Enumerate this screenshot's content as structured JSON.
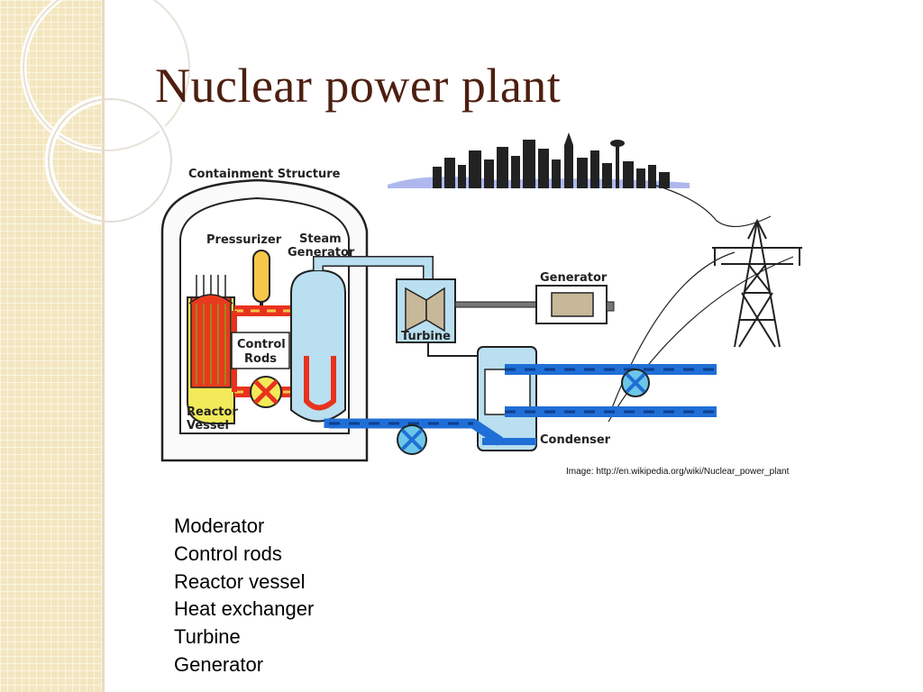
{
  "slide": {
    "title": "Nuclear power plant",
    "image_credit": "Image: http://en.wikipedia.org/wiki/Nuclear_power_plant",
    "terms": [
      "Moderator",
      "Control rods",
      "Reactor vessel",
      "Heat exchanger",
      "Turbine",
      "Generator"
    ]
  },
  "diagram": {
    "labels": {
      "containment": "Containment Structure",
      "pressurizer": "Pressurizer",
      "steam_generator_1": "Steam",
      "steam_generator_2": "Generator",
      "control_rods_1": "Control",
      "control_rods_2": "Rods",
      "reactor_vessel_1": "Reactor",
      "reactor_vessel_2": "Vessel",
      "turbine": "Turbine",
      "generator": "Generator",
      "condenser": "Condenser"
    }
  },
  "colors": {
    "title": "#4d1f10",
    "band": "#f3e6bf",
    "hot_loop": "#e8321e",
    "cold_loop": "#1f6fd6",
    "steam": "#b9dff0",
    "reactor_glow": "#f2ea5a"
  }
}
